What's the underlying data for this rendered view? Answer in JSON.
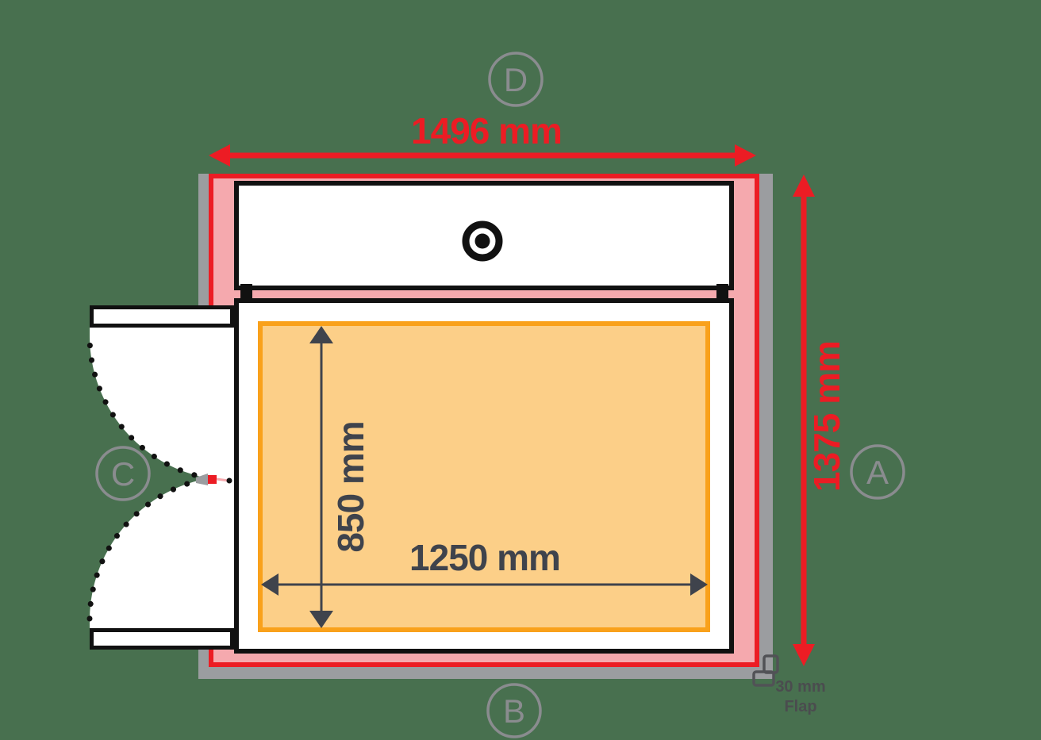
{
  "diagram": {
    "type": "packaging-dimension-drawing",
    "background_color": "#48704F",
    "colors": {
      "dimension_red": "#EC1C24",
      "bleed_pink": "#F5A9AE",
      "backing_gray": "#9B9DA0",
      "safe_area_border_orange": "#F9A11B",
      "safe_area_fill_orange": "#FCCF88",
      "dark_dimension_gray": "#3F434C",
      "marker_gray": "#8A8C8F",
      "panel_white": "#FFFFFF",
      "outline_black": "#111111"
    },
    "dimensions": {
      "outer_width": {
        "value": "1496 mm",
        "orientation": "horizontal",
        "color": "#EC1C24"
      },
      "outer_height": {
        "value": "1375 mm",
        "orientation": "vertical",
        "color": "#EC1C24"
      },
      "inner_width": {
        "value": "1250 mm",
        "orientation": "horizontal",
        "color": "#3F434C"
      },
      "inner_height": {
        "value": "850 mm",
        "orientation": "vertical",
        "color": "#3F434C"
      }
    },
    "flap_note": {
      "line1": "30 mm",
      "line2": "Flap"
    },
    "markers": {
      "a": {
        "label": "A"
      },
      "b": {
        "label": "B"
      },
      "c": {
        "label": "C"
      },
      "d": {
        "label": "D"
      }
    },
    "icons": [
      "registration-target-icon"
    ]
  }
}
